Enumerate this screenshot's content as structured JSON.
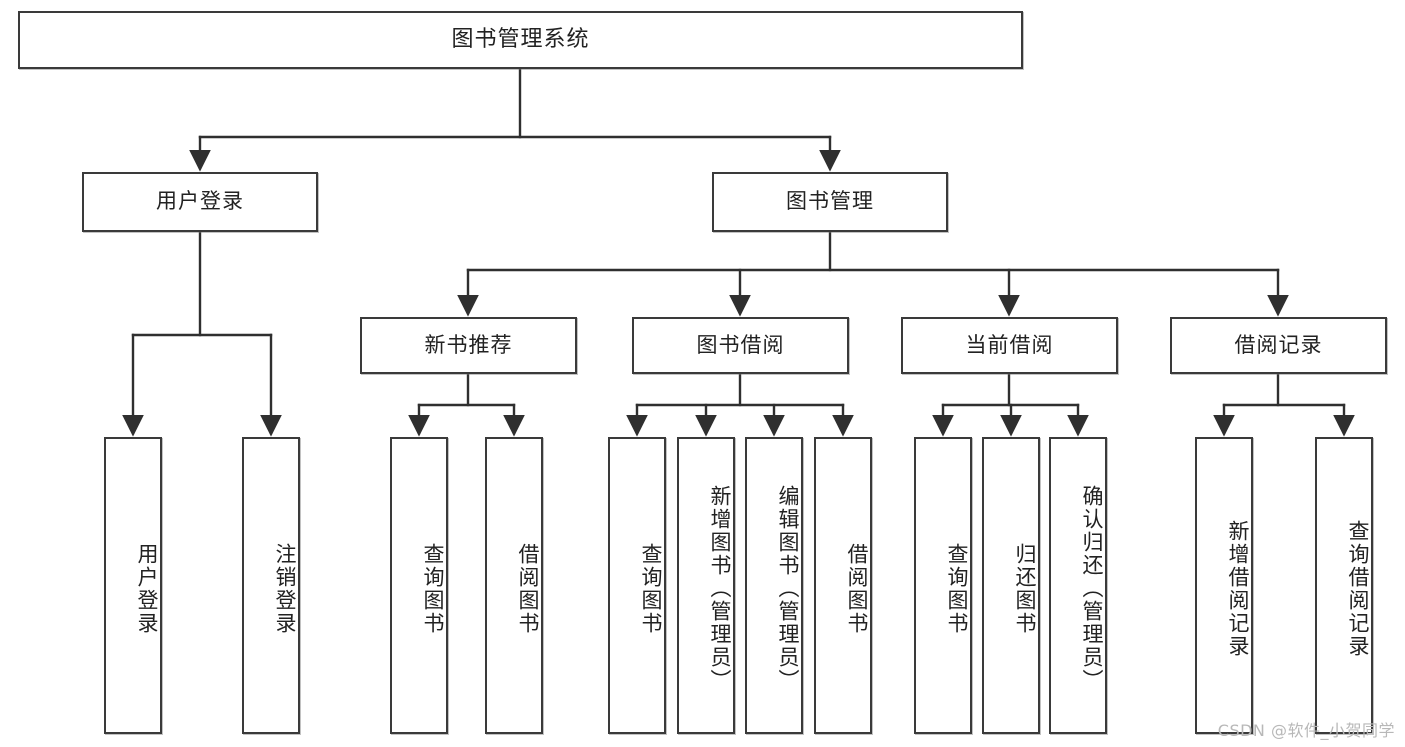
{
  "diagram": {
    "type": "tree",
    "title": "图书管理系统",
    "watermark": "CSDN @软件_小贺同学",
    "colors": {
      "box_border": "#3a3a3a",
      "box_fill": "#ffffff",
      "connector": "#2f2f2f",
      "text": "#222222",
      "watermark": "#b8b8b8",
      "background": "#ffffff"
    },
    "nodes": {
      "root": {
        "label": "图书管理系统"
      },
      "level1": [
        {
          "label": "用户登录"
        },
        {
          "label": "图书管理"
        }
      ],
      "level2": [
        {
          "label": "新书推荐"
        },
        {
          "label": "图书借阅"
        },
        {
          "label": "当前借阅"
        },
        {
          "label": "借阅记录"
        }
      ],
      "leaves_user_login": [
        {
          "label": "用户登录"
        },
        {
          "label": "注销登录"
        }
      ],
      "leaves_new_books": [
        {
          "label": "查询图书"
        },
        {
          "label": "借阅图书"
        }
      ],
      "leaves_borrow": [
        {
          "label": "查询图书"
        },
        {
          "label": "新增图书（管理员）"
        },
        {
          "label": "编辑图书（管理员）"
        },
        {
          "label": "借阅图书"
        }
      ],
      "leaves_current": [
        {
          "label": "查询图书"
        },
        {
          "label": "归还图书"
        },
        {
          "label": "确认归还（管理员）"
        }
      ],
      "leaves_records": [
        {
          "label": "新增借阅记录"
        },
        {
          "label": "查询借阅记录"
        }
      ]
    }
  }
}
